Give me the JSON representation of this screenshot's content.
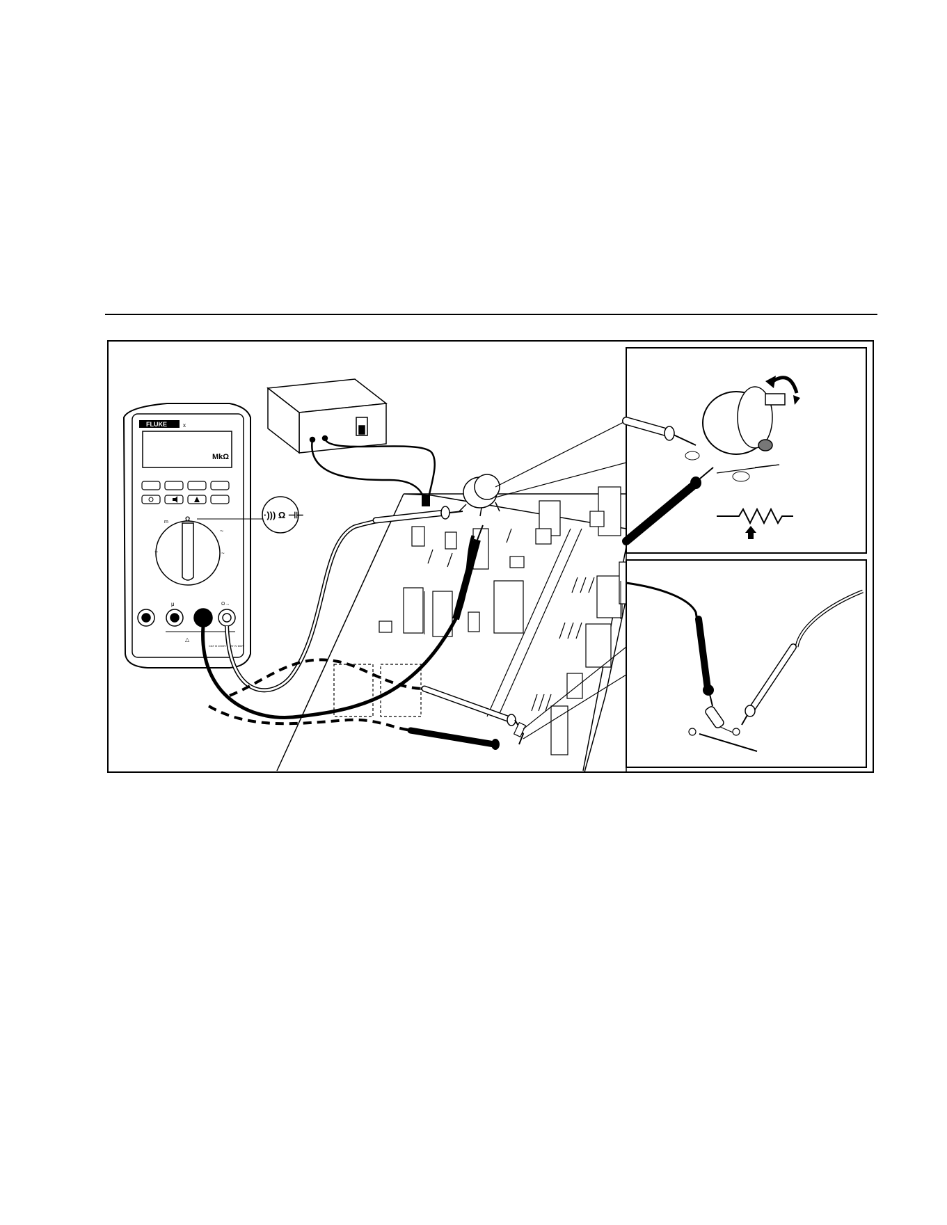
{
  "meter": {
    "brand": "FLUKE",
    "model_mark": "x",
    "display_units": "MkΩ",
    "dial_label_ohm": "Ω",
    "dial_label_m": "m",
    "callout_symbols": "·))) Ω ⊣⊢",
    "jack_mu": "μ",
    "jack_right": "Ω→",
    "cat_rating": "CAT III 1000V / CAT IV 600V"
  },
  "insets": {
    "top": {
      "subject": "variable-resistor",
      "symbol": "potentiometer-symbol"
    },
    "bottom": {
      "subject": "resistor-in-circuit"
    }
  },
  "colors": {
    "ink": "#000000",
    "paper": "#ffffff",
    "lcd": "#ffffff"
  }
}
